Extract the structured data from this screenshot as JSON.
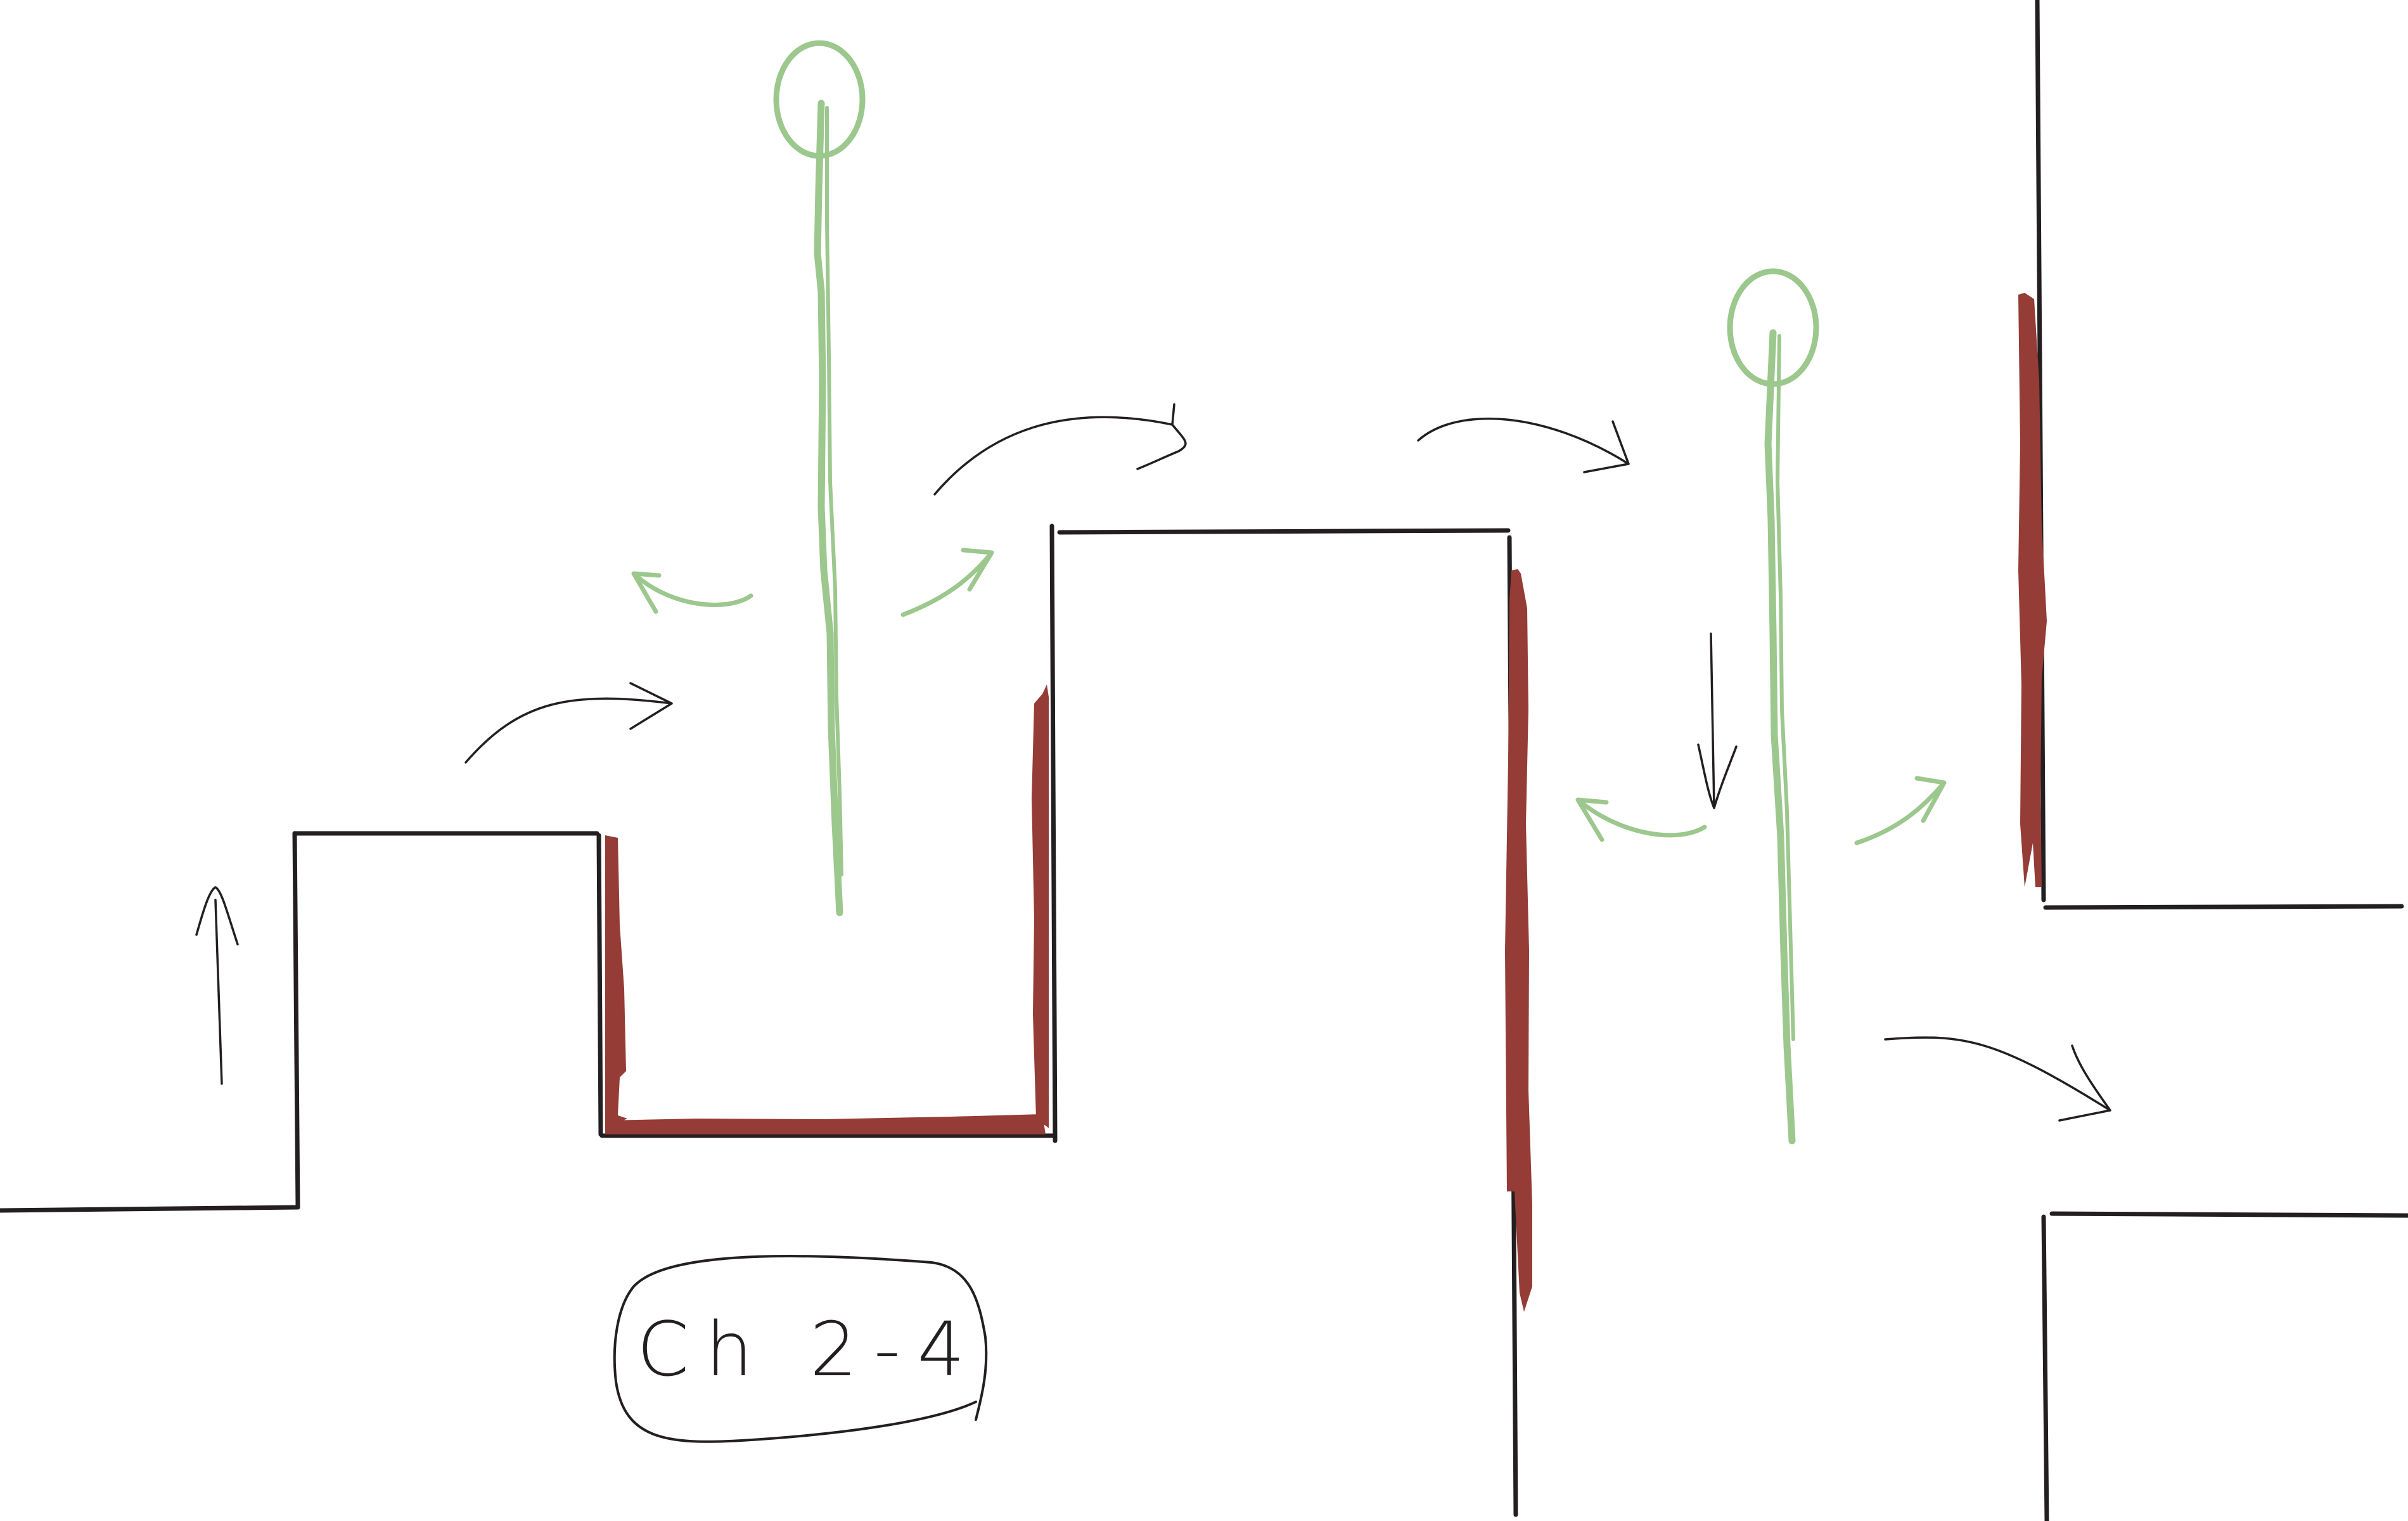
{
  "label": {
    "text": "Ch 2-4"
  },
  "colors": {
    "background": "#ffffff",
    "wall": "#231f20",
    "hazard": "#943c35",
    "grapple_point": "#9cc78d"
  },
  "icons": {
    "grapple_point": "circle-on-pole",
    "hazard": "red-spike-strip",
    "movement": "hand-drawn-arrow",
    "swing": "double-headed-curved-arrow"
  }
}
